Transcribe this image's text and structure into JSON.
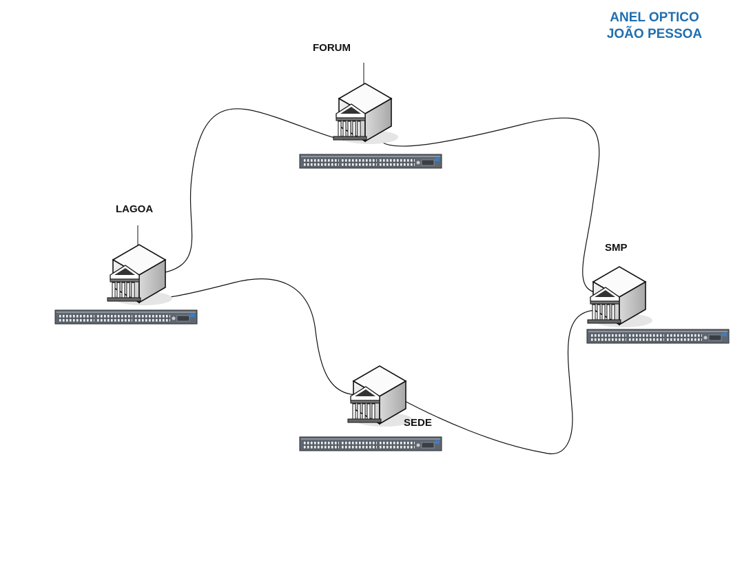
{
  "title": {
    "line1": "ANEL OPTICO",
    "line2": "JOÃO PESSOA"
  },
  "colors": {
    "title": "#1f6fb0",
    "link": "#111111",
    "switch_body": "#5f6670"
  },
  "nodes": [
    {
      "id": "forum",
      "label": "FORUM"
    },
    {
      "id": "lagoa",
      "label": "LAGOA"
    },
    {
      "id": "smp",
      "label": "SMP"
    },
    {
      "id": "sede",
      "label": "SEDE"
    }
  ],
  "links": [
    {
      "from": "lagoa",
      "to": "forum"
    },
    {
      "from": "forum",
      "to": "smp"
    },
    {
      "from": "smp",
      "to": "sede"
    },
    {
      "from": "sede",
      "to": "lagoa"
    }
  ]
}
